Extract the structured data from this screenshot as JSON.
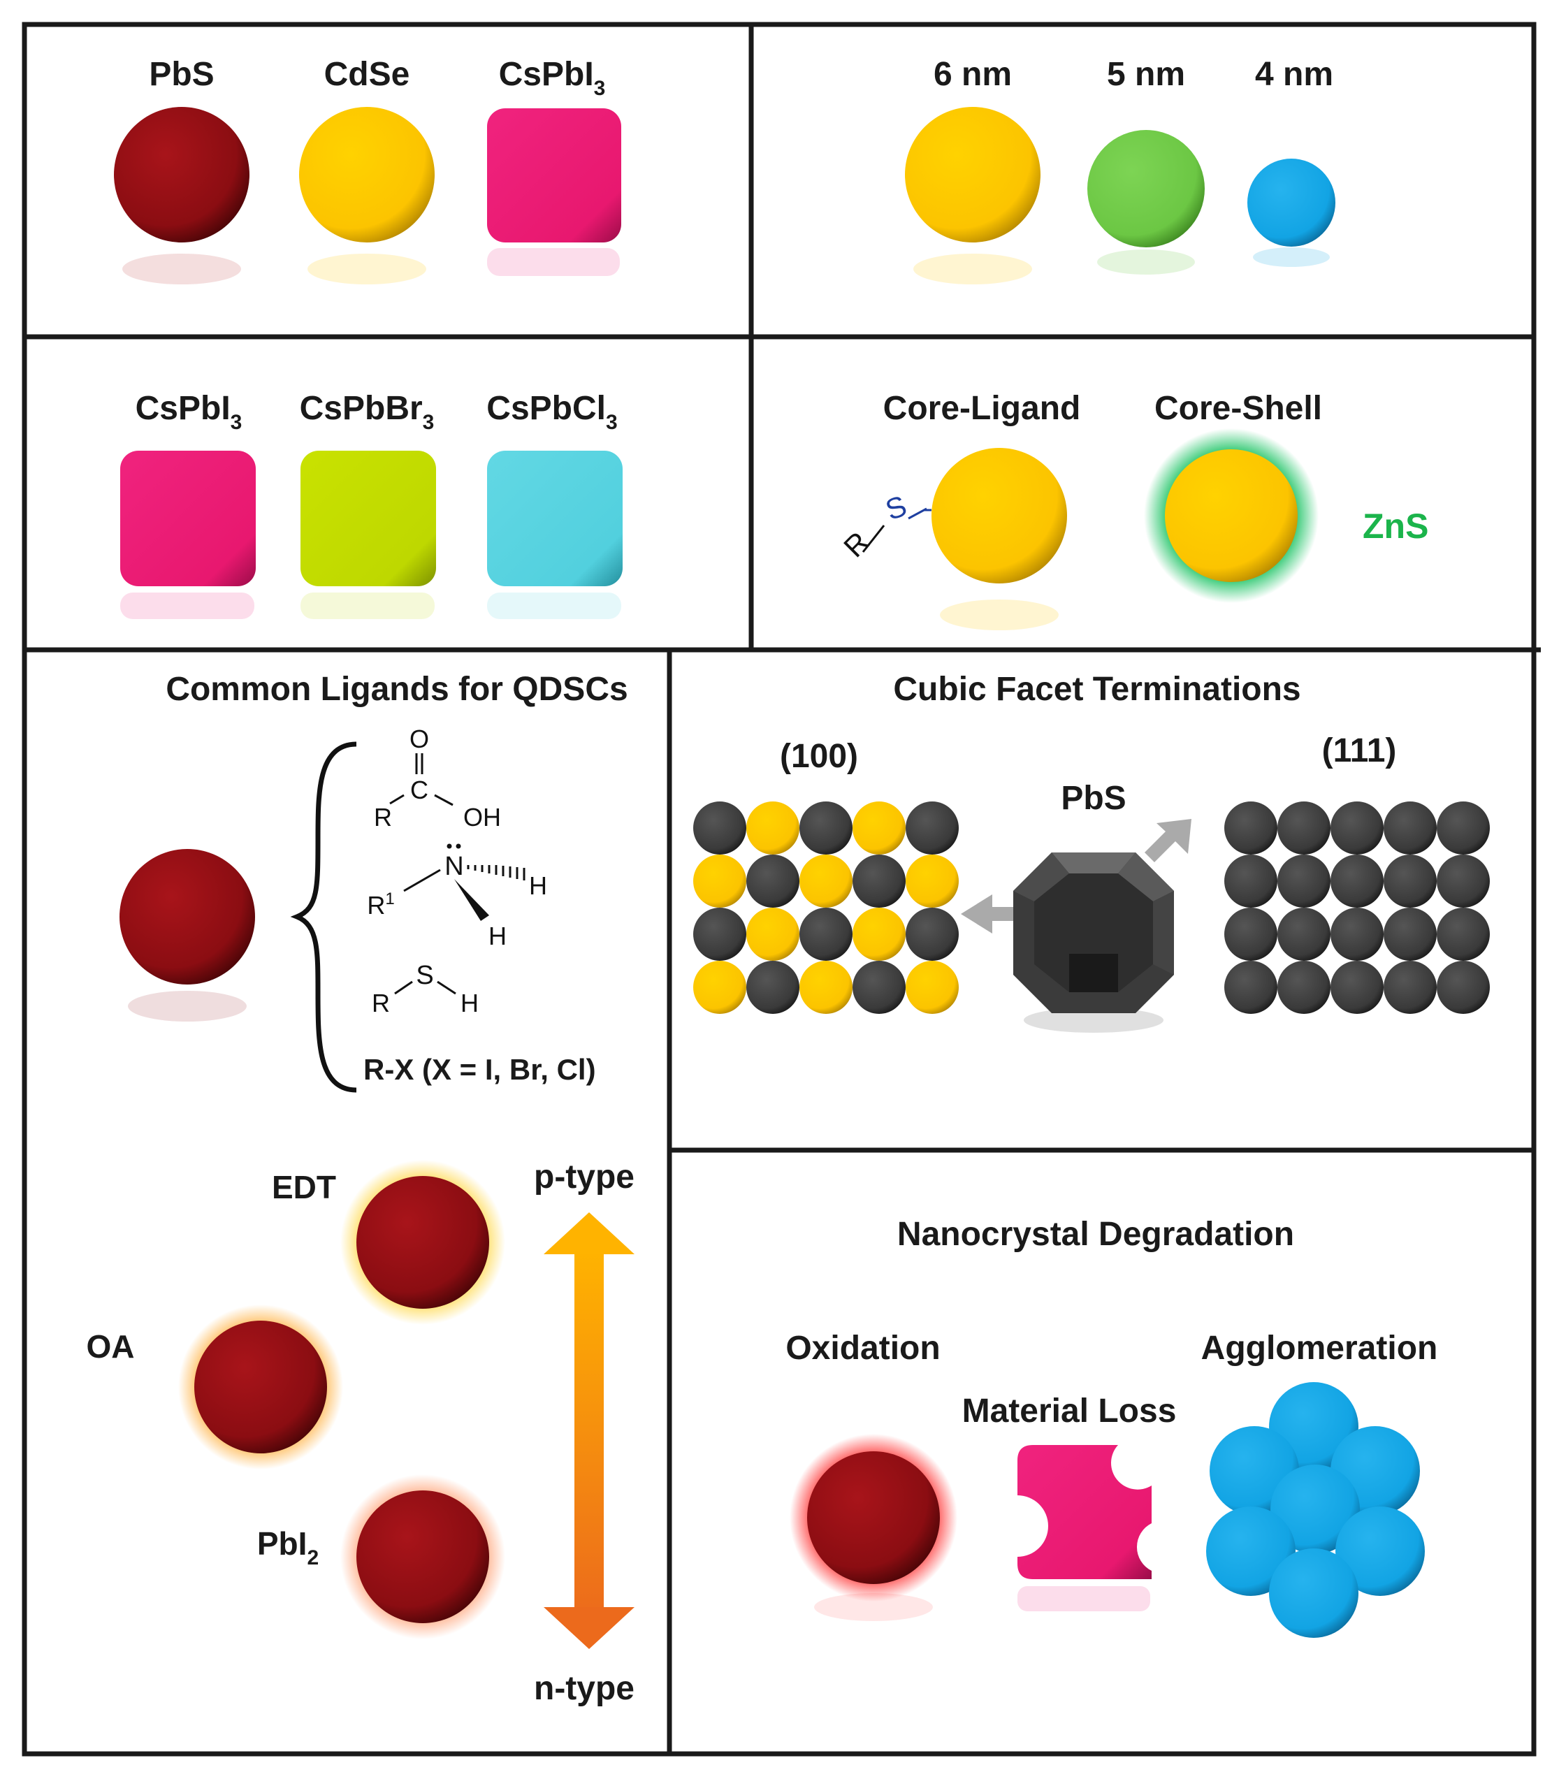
{
  "panel_a": {
    "labels": [
      "PbS",
      "CdSe",
      "CsPbI",
      "3"
    ]
  },
  "panel_b": {
    "labels": [
      "6 nm",
      "5 nm",
      "4 nm"
    ]
  },
  "panel_c": {
    "labels": [
      "CsPbI",
      "3",
      "CsPbBr",
      "3",
      "CsPbCl",
      "3"
    ]
  },
  "panel_d": {
    "core_ligand": "Core-Ligand",
    "core_shell": "Core-Shell",
    "shell_label": "ZnS",
    "ligand_R": "R",
    "ligand_S": "S"
  },
  "panel_e": {
    "title": "Common Ligands for QDSCs",
    "carboxylic": {
      "O": "O",
      "C": "C",
      "R": "R",
      "OH": "OH"
    },
    "amine": {
      "N": "N",
      "H1": "H",
      "H2": "H",
      "R": "R",
      "sup": "1"
    },
    "thiol": {
      "S": "S",
      "R": "R",
      "H": "H"
    },
    "halide": "R-X (X = I, Br, Cl)",
    "edt": "EDT",
    "oa": "OA",
    "pbi": "PbI",
    "pbi_sub": "2",
    "p_type": "p-type",
    "n_type": "n-type"
  },
  "panel_f": {
    "title": "Cubic Facet Terminations",
    "facet_100": "(100)",
    "facet_111": "(111)",
    "crystal": "PbS"
  },
  "panel_g": {
    "title": "Nanocrystal Degradation",
    "oxidation": "Oxidation",
    "material_loss": "Material Loss",
    "agglomeration": "Agglomeration"
  },
  "colors": {
    "pbs": "#8e0e12",
    "cdse": "#ffc800",
    "cspbi3": "#ec1a78",
    "cspbbr3": "#c3dc00",
    "cspbcl3": "#5ad3e0",
    "green_dot": "#6ec84a",
    "blue_dot": "#16a6e6",
    "zns": "#1bb44b",
    "grey_atom": "#3a3a3a",
    "agglomerate": "#0fa3e0"
  }
}
